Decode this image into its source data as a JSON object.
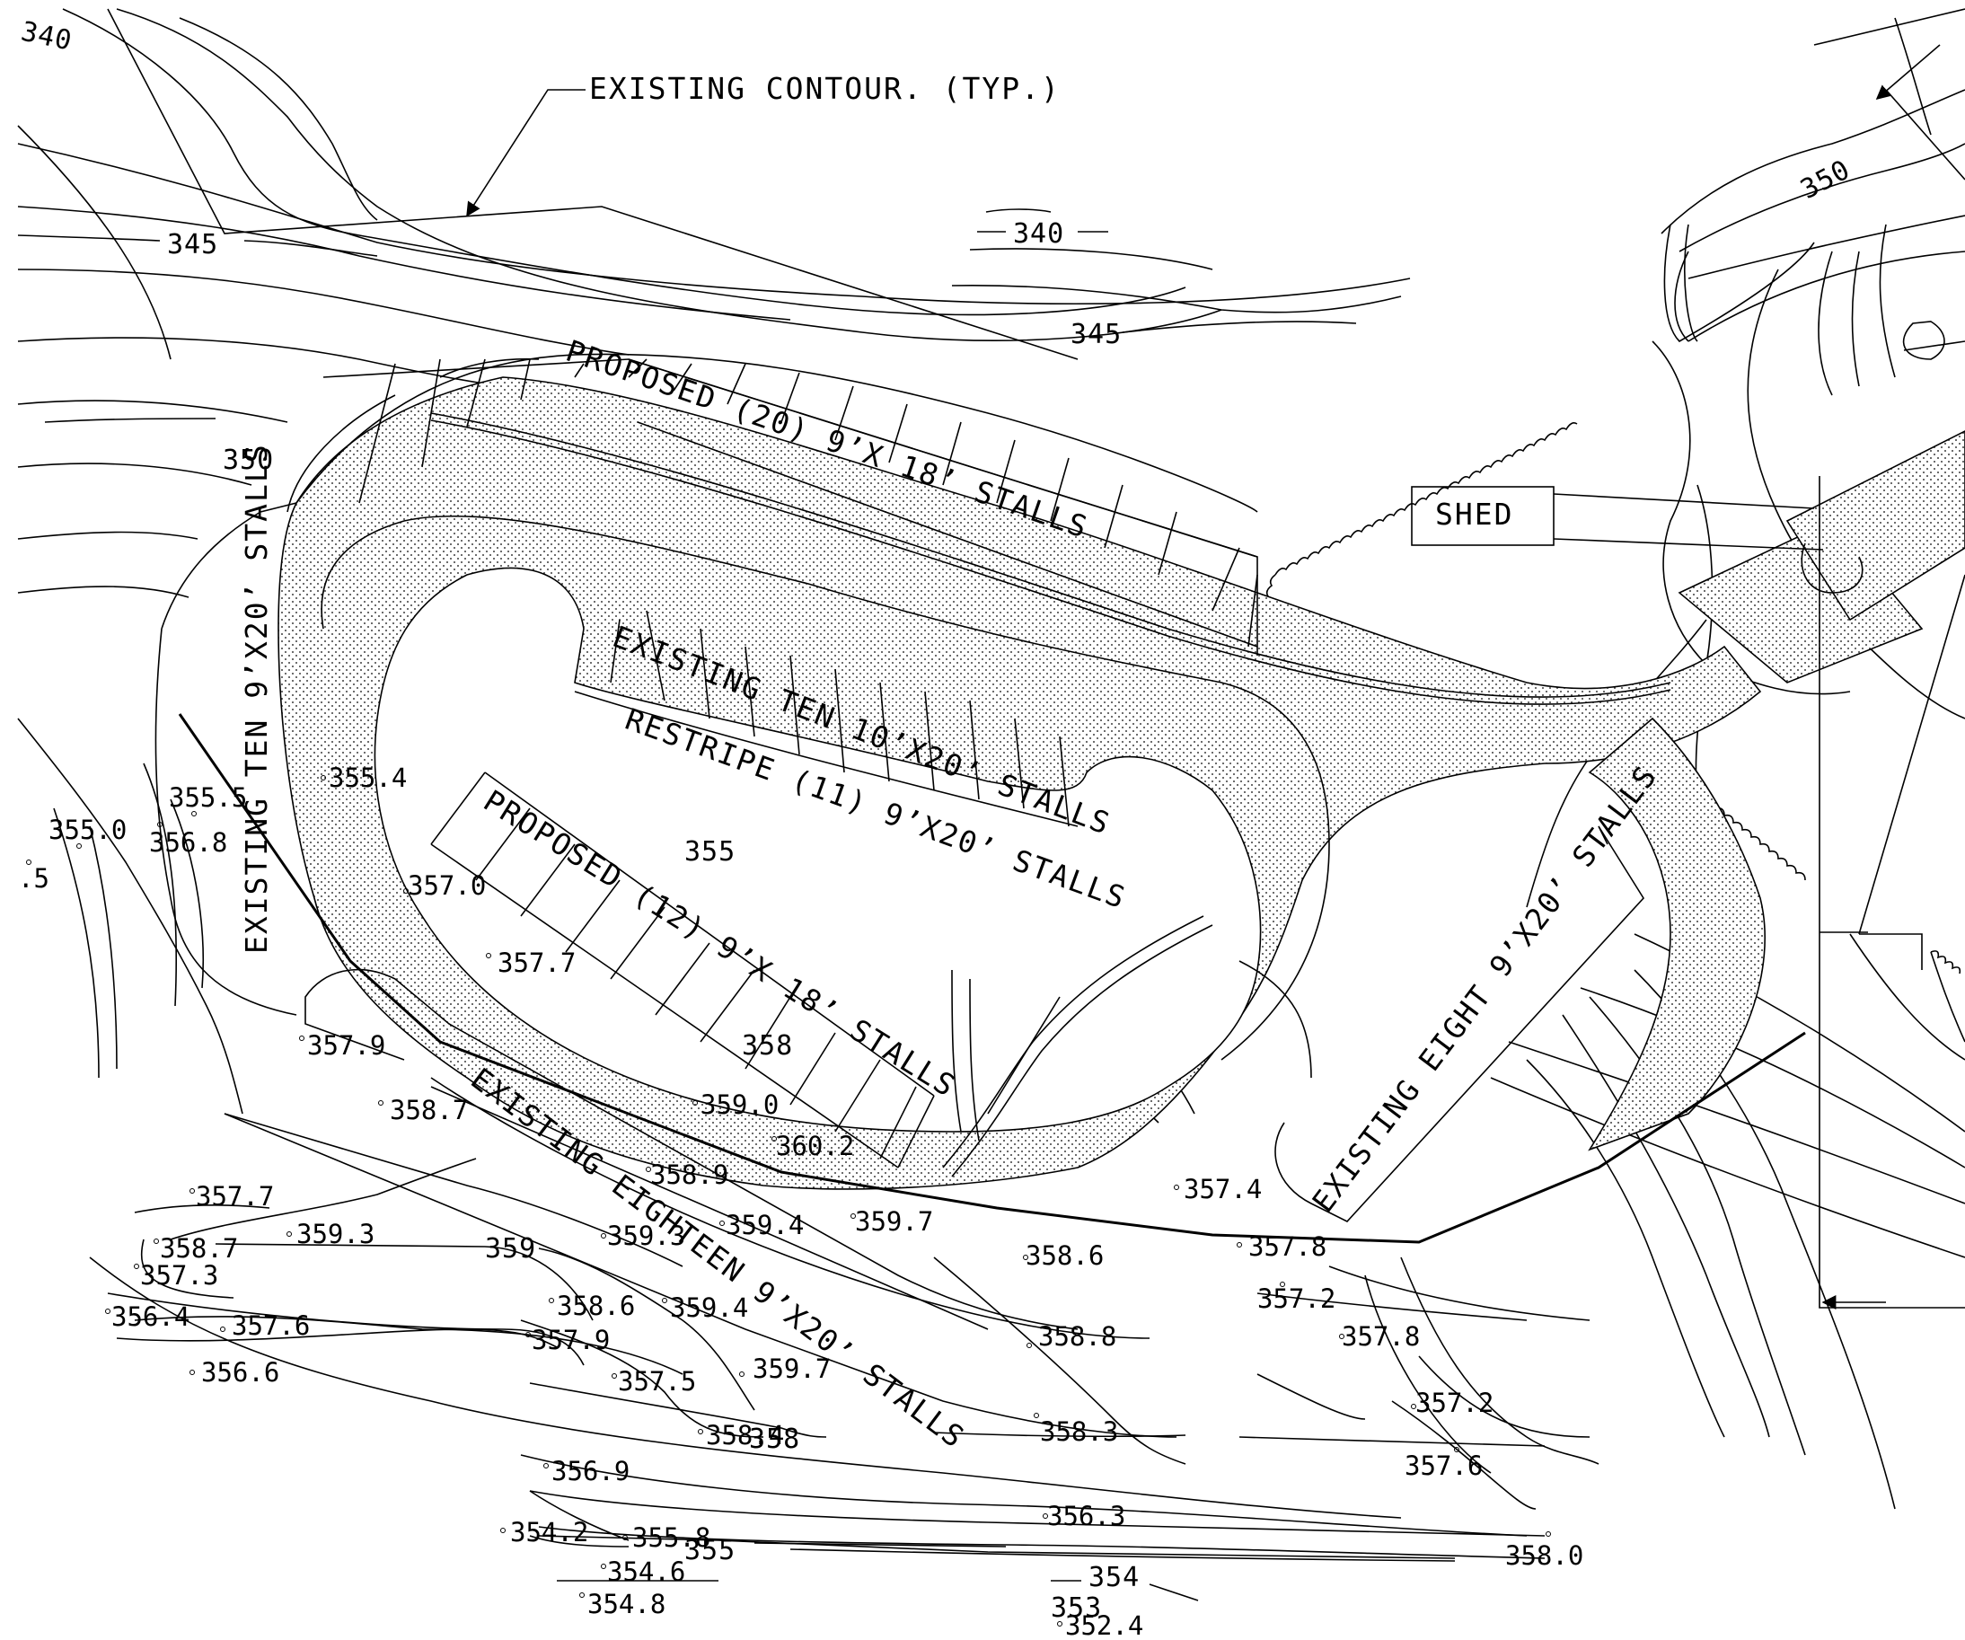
{
  "labels": {
    "contour_note": "EXISTING CONTOUR. (TYP.)",
    "shed": "SHED",
    "proposed_20": "PROPOSED (20) 9’X 18’ STALLS",
    "existing_ten_10x20": "EXISTING TEN 10’X20’ STALLS",
    "restripe_11": "RESTRIPE (11) 9’X20’ STALLS",
    "proposed_12": "PROPOSED (12) 9’X 18’ STALLS",
    "existing_ten_9x20": "EXISTING TEN 9’X20’ STALLS",
    "existing_eighteen": "EXISTING EIGHTEEN 9’X20’ STALLS",
    "existing_eight": "EXISTING EIGHT 9’X20’ STALLS"
  },
  "contour_labels": [
    "340",
    "340",
    "345",
    "345",
    "350",
    "350",
    "355",
    "358",
    "359",
    "358",
    "355",
    "354",
    "353"
  ],
  "spot_elevations": [
    "355.4",
    "355.5",
    "355.0",
    "356.8",
    ".5",
    "357.0",
    "357.7",
    "357.9",
    "358.7",
    "359.0",
    "360.2",
    "358.9",
    "357.7",
    "359.3",
    "358.7",
    "357.3",
    "356.4",
    "357.6",
    "356.6",
    "359.3",
    "359.4",
    "359.7",
    "358.6",
    "358.6",
    "359.4",
    "357.9",
    "357.5",
    "359.7",
    "358.4",
    "357.4",
    "357.8",
    "357.2",
    "358.8",
    "357.8",
    "358.3",
    "357.2",
    "357.6",
    "356.9",
    "356.3",
    "354.2",
    "355.8",
    "354.6",
    "354.8",
    "358.0",
    "352.4"
  ]
}
